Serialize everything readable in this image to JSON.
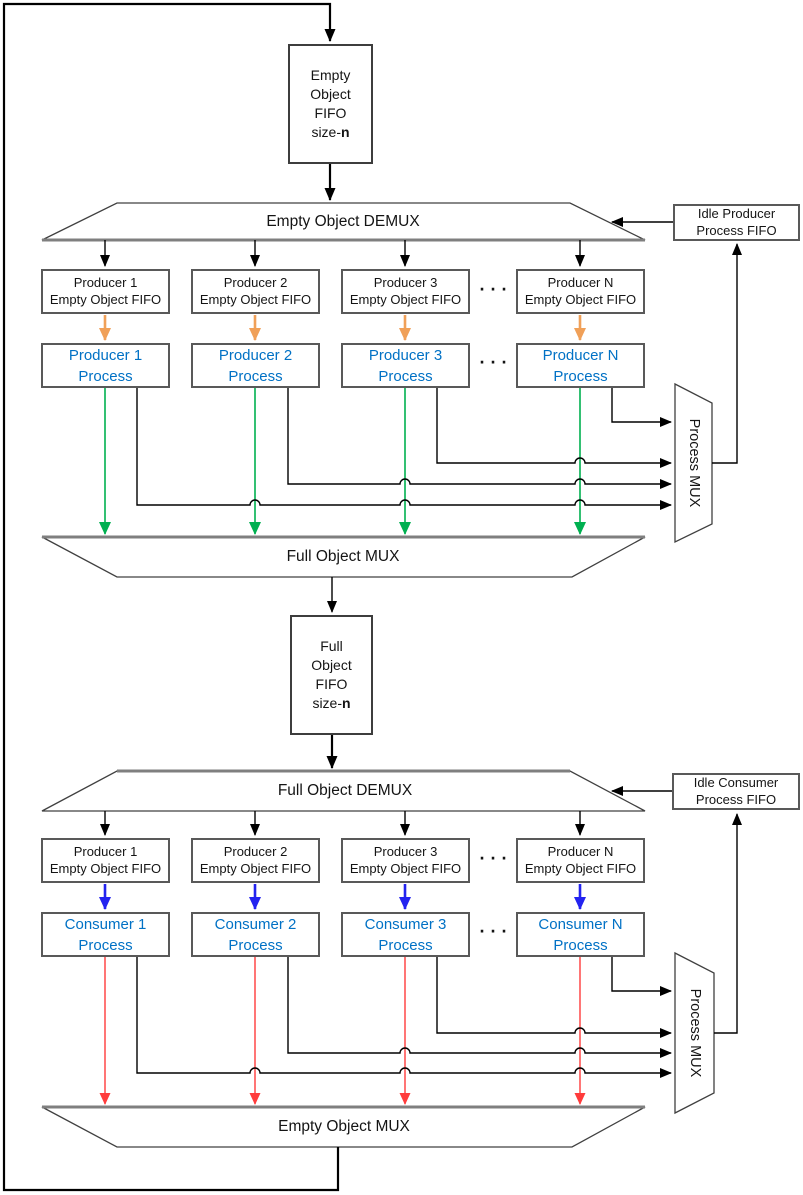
{
  "colors": {
    "orange_arrow": "#f0a058",
    "green_arrow": "#00b050",
    "blue_arrow": "#2323f0",
    "red_arrow": "#ff3b3b",
    "process_text": "#0071c5",
    "box_border": "#595959",
    "wire": "#000000",
    "trapezoid_border": "#404040",
    "thick_edge": "#7f7f7f"
  },
  "top_fifo": {
    "line1": "Empty",
    "line2": "Object",
    "line3": "FIFO",
    "size_prefix": "size-",
    "size_n": "n"
  },
  "empty_demux_label": "Empty Object DEMUX",
  "idle_producer_fifo": {
    "line1": "Idle Producer",
    "line2": "Process FIFO"
  },
  "producer_fifos": [
    {
      "line1": "Producer 1",
      "line2": "Empty Object FIFO"
    },
    {
      "line1": "Producer 2",
      "line2": "Empty Object FIFO"
    },
    {
      "line1": "Producer 3",
      "line2": "Empty Object FIFO"
    },
    {
      "line1": "Producer N",
      "line2": "Empty Object FIFO"
    }
  ],
  "producer_processes": [
    {
      "line1": "Producer 1",
      "line2": "Process"
    },
    {
      "line1": "Producer 2",
      "line2": "Process"
    },
    {
      "line1": "Producer 3",
      "line2": "Process"
    },
    {
      "line1": "Producer N",
      "line2": "Process"
    }
  ],
  "process_mux_top_label": "Process MUX",
  "full_mux_label": "Full Object MUX",
  "full_fifo": {
    "line1": "Full",
    "line2": "Object",
    "line3": "FIFO",
    "size_prefix": "size-",
    "size_n": "n"
  },
  "full_demux_label": "Full Object DEMUX",
  "idle_consumer_fifo": {
    "line1": "Idle Consumer",
    "line2": "Process FIFO"
  },
  "consumer_fifos": [
    {
      "line1": "Producer 1",
      "line2": "Empty Object FIFO"
    },
    {
      "line1": "Producer 2",
      "line2": "Empty Object FIFO"
    },
    {
      "line1": "Producer 3",
      "line2": "Empty Object FIFO"
    },
    {
      "line1": "Producer N",
      "line2": "Empty Object FIFO"
    }
  ],
  "consumer_processes": [
    {
      "line1": "Consumer 1",
      "line2": "Process"
    },
    {
      "line1": "Consumer 2",
      "line2": "Process"
    },
    {
      "line1": "Consumer 3",
      "line2": "Process"
    },
    {
      "line1": "Consumer N",
      "line2": "Process"
    }
  ],
  "process_mux_bottom_label": "Process MUX",
  "empty_mux_label": "Empty Object MUX",
  "ellipsis": "···"
}
